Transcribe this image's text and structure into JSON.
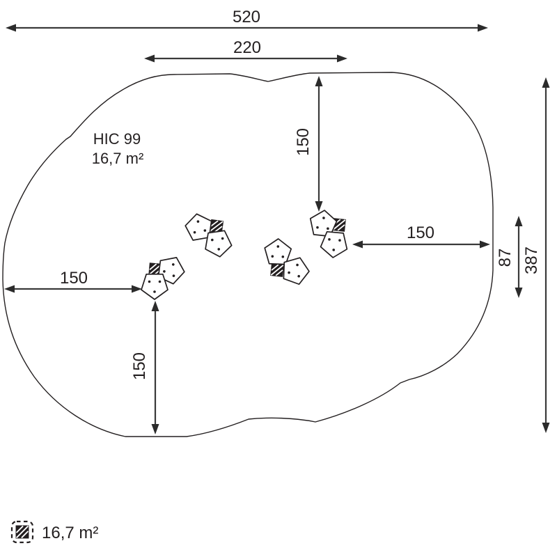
{
  "page": {
    "background": "#ffffff",
    "line_color": "#231f20"
  },
  "diagram": {
    "type": "playground-safety-area-plan",
    "hic_label": "HIC 99",
    "hic_area": "16,7 m²",
    "dimensions": {
      "total_width": "520",
      "inner_width": "220",
      "top_clearance": "150",
      "right_clearance": "150",
      "edge_gap": "87",
      "total_height": "387",
      "left_clearance": "150",
      "bottom_clearance": "150"
    }
  },
  "legend": {
    "icon": "hatched-square-icon",
    "area_label": "16,7 m²"
  }
}
